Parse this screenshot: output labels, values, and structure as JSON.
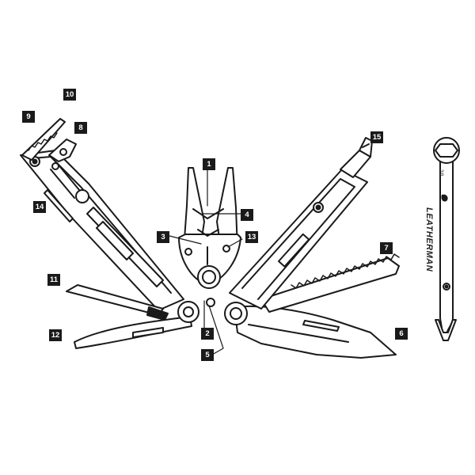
{
  "callouts": {
    "c1": "1",
    "c2": "2",
    "c3": "3",
    "c4": "4",
    "c5": "5",
    "c6": "6",
    "c7": "7",
    "c8": "8",
    "c9": "9",
    "c10": "10",
    "c11": "11",
    "c12": "12",
    "c13": "13",
    "c14": "14",
    "c15": "15"
  },
  "brand_text": "LEATHERMAN",
  "bit_driver_size": "3/8",
  "colors": {
    "line": "#1a1a1a",
    "callout_bg": "#1a1a1a",
    "callout_text": "#ffffff",
    "background": "#ffffff"
  }
}
